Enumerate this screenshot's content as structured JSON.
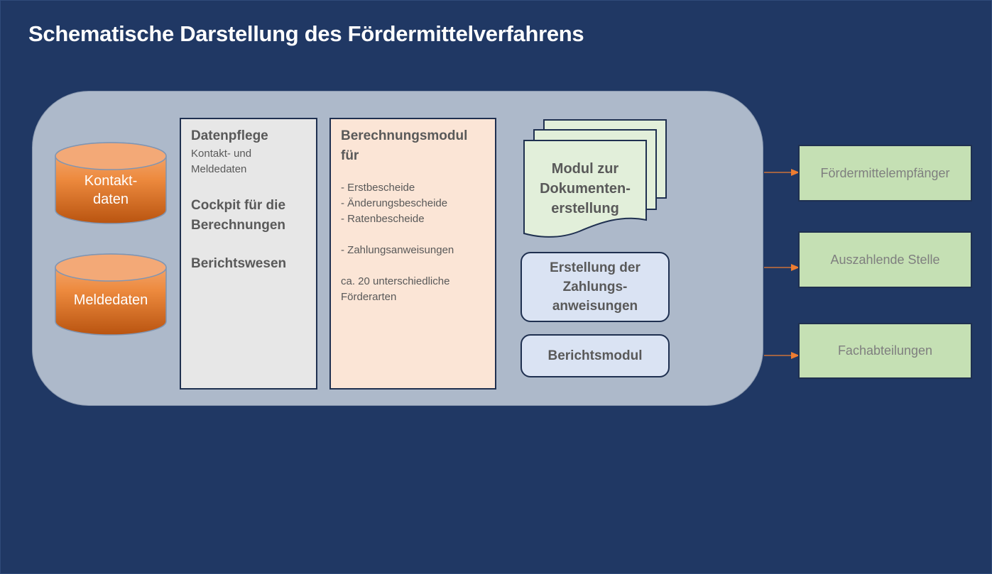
{
  "title": "Schematische Darstellung des Fördermittelverfahrens",
  "databases": [
    {
      "line1": "Kontakt-",
      "line2": "daten"
    },
    {
      "line1": "Meldedaten"
    }
  ],
  "datenpflege": {
    "heading": "Datenpflege",
    "sub_line1": "Kontakt- und",
    "sub_line2": "Meldedaten",
    "cockpit_line1": "Cockpit für die",
    "cockpit_line2": "Berechnungen",
    "reporting": "Berichtswesen"
  },
  "berechnung": {
    "heading_line1": "Berechnungsmodul",
    "heading_line2": "für",
    "items": [
      "- Erstbescheide",
      "- Änderungsbescheide",
      "- Ratenbescheide"
    ],
    "payment": "- Zahlungsanweisungen",
    "note_line1": "ca. 20 unterschiedliche",
    "note_line2": "Förderarten"
  },
  "dokument": {
    "line1": "Modul zur",
    "line2": "Dokumenten-",
    "line3": "erstellung"
  },
  "zahlung": {
    "line1": "Erstellung der",
    "line2": "Zahlungs-",
    "line3": "anweisungen"
  },
  "bericht": "Berichtsmodul",
  "targets": [
    "Fördermittelempfänger",
    "Auszahlende Stelle",
    "Fachabteilungen"
  ],
  "colors": {
    "background": "#203864",
    "panel": "#adb9ca",
    "arrow": "#ed7d31",
    "target": "#c5e0b4"
  }
}
